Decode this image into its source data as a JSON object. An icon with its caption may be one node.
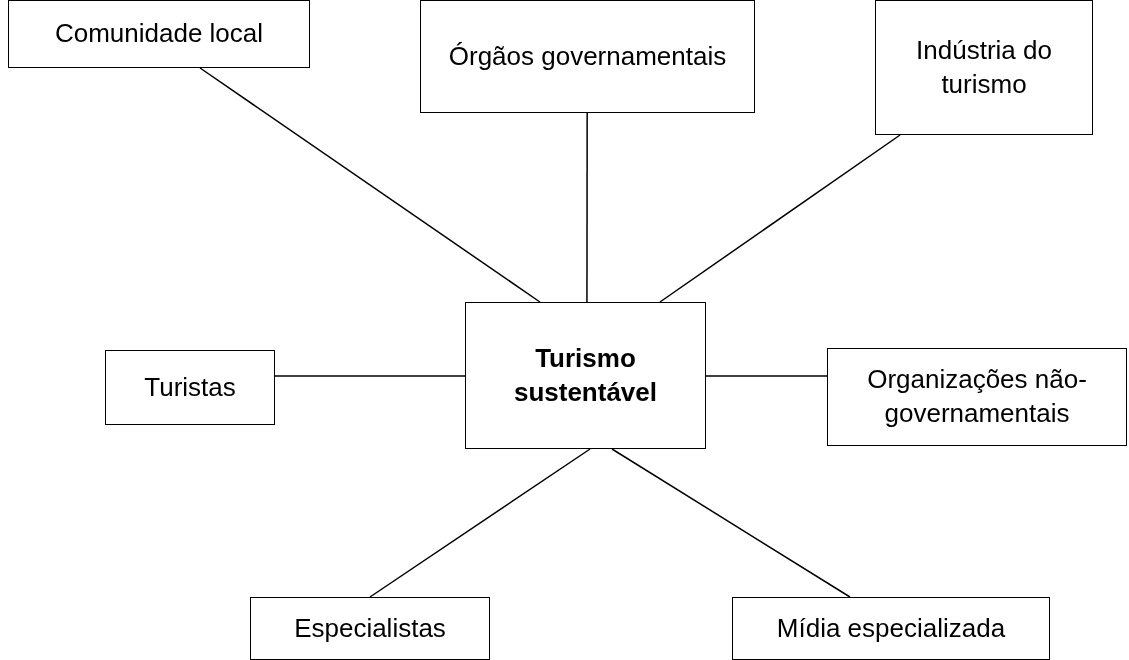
{
  "diagram": {
    "nodes": [
      {
        "text": [
          "Comunidade local"
        ]
      },
      {
        "text": [
          "Órgãos governamentais"
        ]
      },
      {
        "text": [
          "Indústria do turismo"
        ]
      },
      {
        "text": [
          "Turistas"
        ]
      },
      {
        "text": [
          "Turismo sustentável"
        ]
      },
      {
        "text": [
          "Organizações não-governamentais"
        ]
      },
      {
        "text": [
          "Especialistas"
        ]
      },
      {
        "text": [
          "Mídia especializada"
        ]
      }
    ],
    "edges": [
      {
        "from": 4,
        "to": 0,
        "arrow": "none"
      },
      {
        "from": 4,
        "to": 1,
        "arrow": "none"
      },
      {
        "from": 4,
        "to": 2,
        "arrow": "none"
      },
      {
        "from": 4,
        "to": 3,
        "arrow": "none"
      },
      {
        "from": 4,
        "to": 5,
        "arrow": "none"
      },
      {
        "from": 4,
        "to": 6,
        "arrow": "none"
      },
      {
        "from": 4,
        "to": 7,
        "arrow": "none"
      }
    ]
  }
}
